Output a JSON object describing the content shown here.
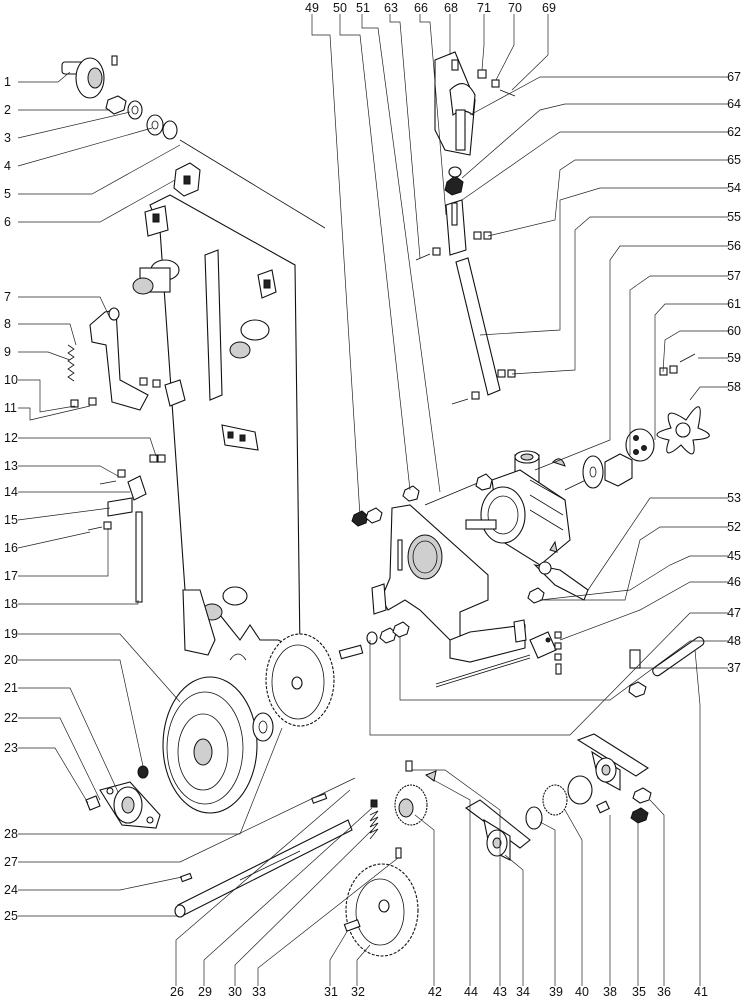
{
  "diagram": {
    "callouts_left": [
      "1",
      "2",
      "3",
      "4",
      "5",
      "6",
      "7",
      "8",
      "9",
      "10",
      "11",
      "12",
      "13",
      "14",
      "15",
      "16",
      "17",
      "18",
      "19",
      "20",
      "21",
      "22",
      "23",
      "28",
      "27",
      "24",
      "25"
    ],
    "callouts_top": [
      "49",
      "50",
      "51",
      "63",
      "66",
      "68",
      "71",
      "70",
      "69"
    ],
    "callouts_right": [
      "67",
      "64",
      "62",
      "65",
      "54",
      "55",
      "56",
      "57",
      "61",
      "60",
      "59",
      "58",
      "53",
      "52",
      "45",
      "46",
      "47",
      "48",
      "37"
    ],
    "callouts_bottom": [
      "26",
      "29",
      "30",
      "33",
      "31",
      "32",
      "42",
      "44",
      "43",
      "34",
      "39",
      "40",
      "38",
      "35",
      "36",
      "41"
    ]
  }
}
